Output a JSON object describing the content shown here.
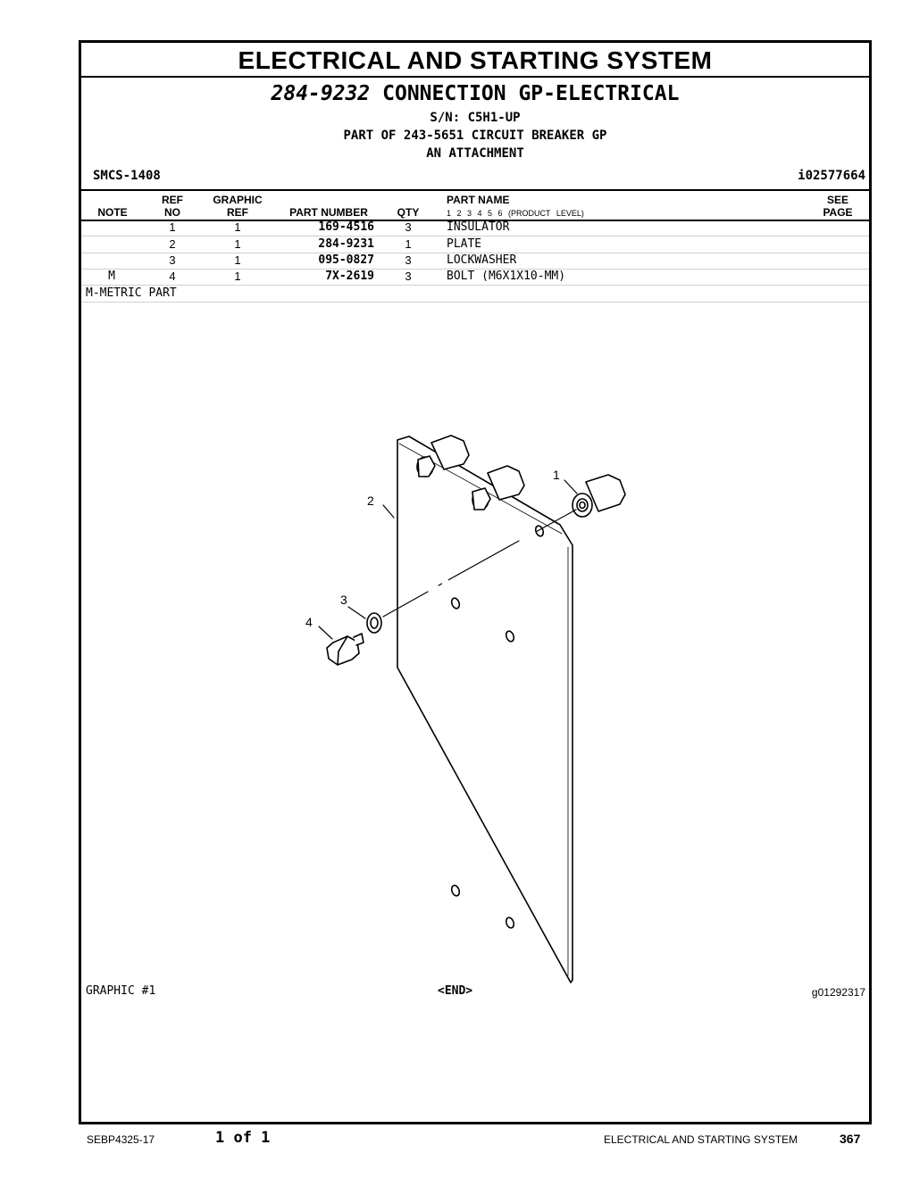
{
  "header": {
    "section_title": "ELECTRICAL AND STARTING SYSTEM",
    "group_number": "284-9232",
    "group_name": "CONNECTION GP-ELECTRICAL",
    "serial": "S/N: C5H1-UP",
    "part_of": "PART OF 243-5651 CIRCUIT BREAKER GP",
    "attachment": "AN ATTACHMENT",
    "smcs": "SMCS-1408",
    "illustration_id": "i02577664"
  },
  "table": {
    "col_note": "NOTE",
    "col_ref_top": "REF",
    "col_ref_bottom": "NO",
    "col_graphic_top": "GRAPHIC",
    "col_graphic_bottom": "REF",
    "col_part_number": "PART NUMBER",
    "col_qty": "QTY",
    "col_part_name": "PART NAME",
    "col_levels": "1 2 3 4 5 6 (PRODUCT LEVEL)",
    "col_see_top": "SEE",
    "col_see_bottom": "PAGE",
    "rows": [
      {
        "note": "",
        "ref": "1",
        "graphic": "1",
        "part_number": "169-4516",
        "qty": "3",
        "name": "INSULATOR"
      },
      {
        "note": "",
        "ref": "2",
        "graphic": "1",
        "part_number": "284-9231",
        "qty": "1",
        "name": "PLATE"
      },
      {
        "note": "",
        "ref": "3",
        "graphic": "1",
        "part_number": "095-0827",
        "qty": "3",
        "name": "LOCKWASHER"
      },
      {
        "note": "M",
        "ref": "4",
        "graphic": "1",
        "part_number": "7X-2619",
        "qty": "3",
        "name": "BOLT (M6X1X10-MM)"
      }
    ],
    "footnote": "M-METRIC PART"
  },
  "drawing": {
    "callouts": [
      "1",
      "2",
      "3",
      "4"
    ],
    "graphic_label": "GRAPHIC #1",
    "end_label": "<END>",
    "graphic_id": "g01292317"
  },
  "footer": {
    "doc_number": "SEBP4325-17",
    "page_count": "1 of 1",
    "section": "ELECTRICAL AND STARTING SYSTEM",
    "page_number": "367"
  }
}
